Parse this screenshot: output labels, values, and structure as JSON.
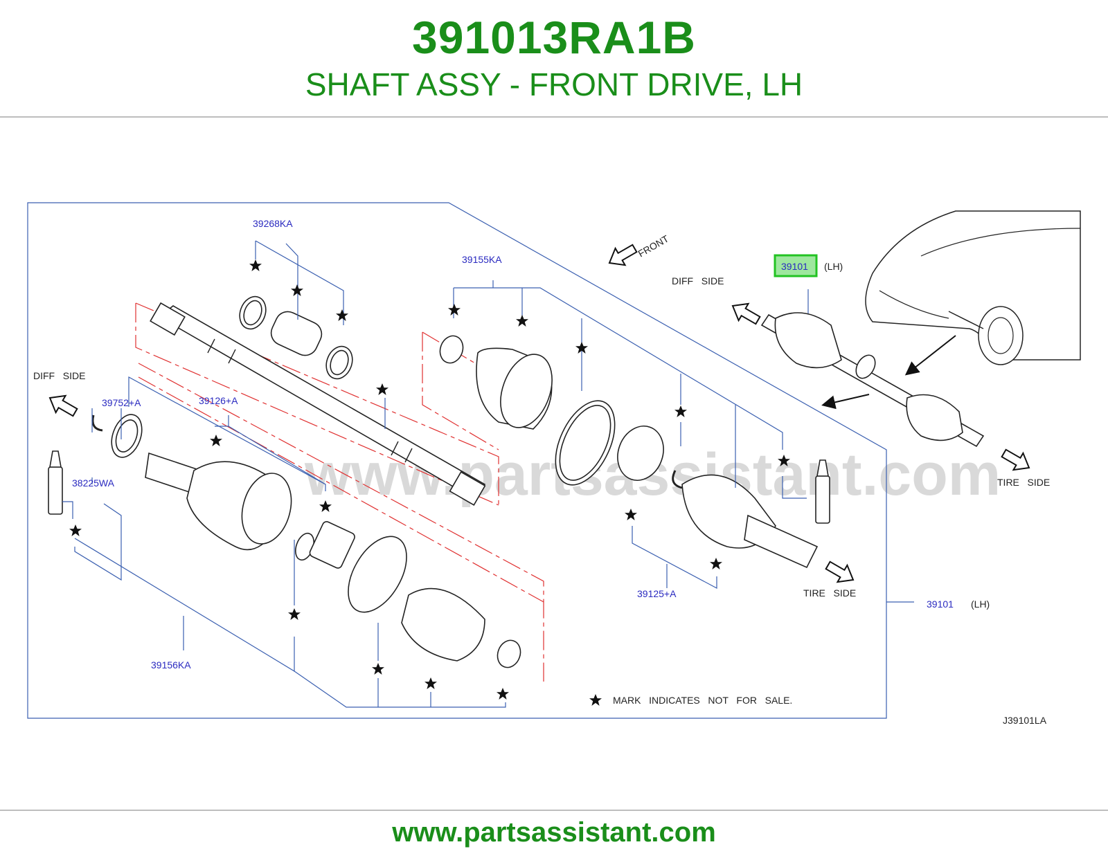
{
  "header": {
    "part_number": "391013RA1B",
    "part_name": "SHAFT ASSY - FRONT DRIVE, LH"
  },
  "diagram": {
    "callouts": {
      "c39268KA": "39268KA",
      "c39155KA": "39155KA",
      "c39752A": "39752+A",
      "c39126A": "39126+A",
      "c38225WA": "38225WA",
      "c39156KA": "39156KA",
      "c39125A": "39125+A",
      "c39101_main": "39101",
      "c39101_inset": "39101"
    },
    "lh_labels": {
      "main": "(LH)",
      "inset": "(LH)"
    },
    "directions": {
      "front": "FRONT",
      "diff_side_left": "DIFF   SIDE",
      "diff_side_inset": "DIFF   SIDE",
      "tire_side_main": "TIRE   SIDE",
      "tire_side_inset": "TIRE   SIDE"
    },
    "legend": "MARK   INDICATES   NOT   FOR   SALE.",
    "drawing_code": "J39101LA",
    "highlighted_part": "39101",
    "watermark": "www.partsassistant.com"
  },
  "footer": {
    "url": "www.partsassistant.com"
  },
  "colors": {
    "brand_green": "#1a8e1a",
    "callout_blue": "#2a2ac0",
    "leader_blue": "#3a5fb0",
    "highlight_green": "#22c322",
    "dash_red": "#e03030"
  },
  "icons": [
    "star-icon",
    "direction-arrow-icon",
    "car-outline-icon"
  ]
}
